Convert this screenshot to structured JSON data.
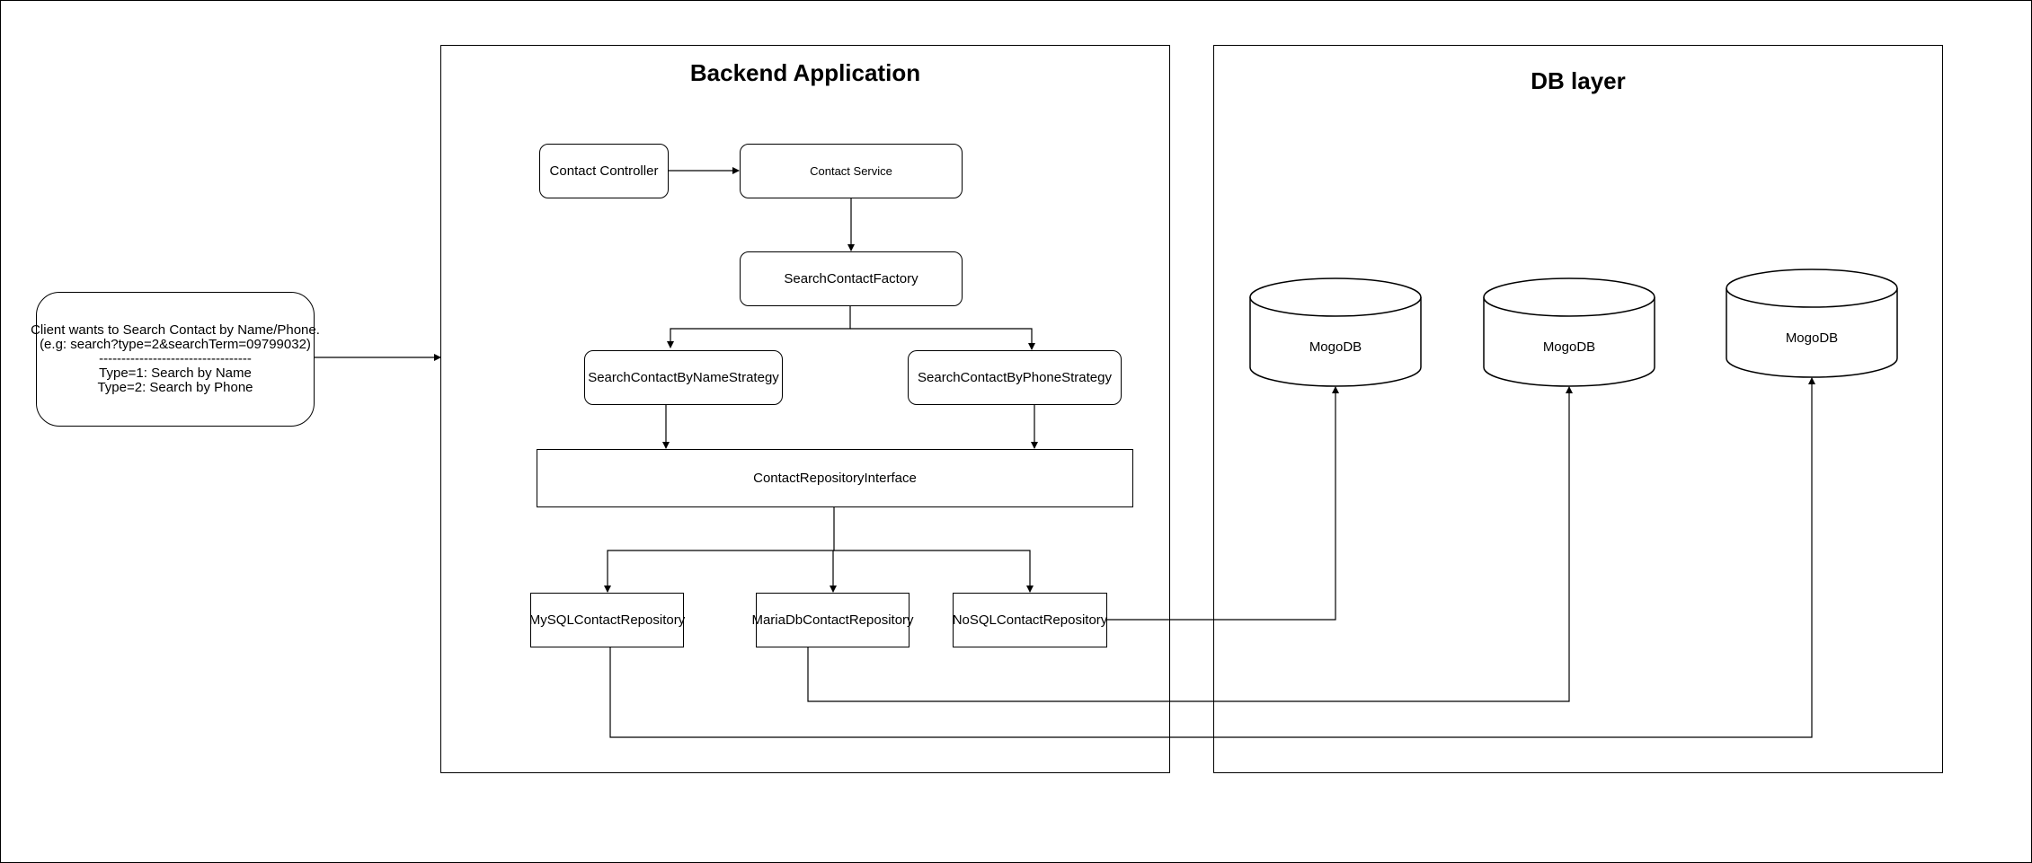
{
  "client": {
    "lines": [
      "Client wants to Search Contact by Name/Phone.",
      "(e.g: search?type=2&searchTerm=09799032)",
      "----------------------------------",
      "Type=1: Search by Name",
      "Type=2: Search by Phone"
    ]
  },
  "backend": {
    "title": "Backend Application",
    "contact_controller": "Contact Controller",
    "contact_service": "Contact Service",
    "factory": "SearchContactFactory",
    "name_strategy": "SearchContactByNameStrategy",
    "phone_strategy": "SearchContactByPhoneStrategy",
    "repo_interface": "ContactRepositoryInterface",
    "mysql_repo": "MySQLContactRepository",
    "mariadb_repo": "MariaDbContactRepository",
    "nosql_repo": "NoSQLContactRepository"
  },
  "db_layer": {
    "title": "DB layer",
    "databases": [
      "MogoDB",
      "MogoDB",
      "MogoDB"
    ]
  }
}
